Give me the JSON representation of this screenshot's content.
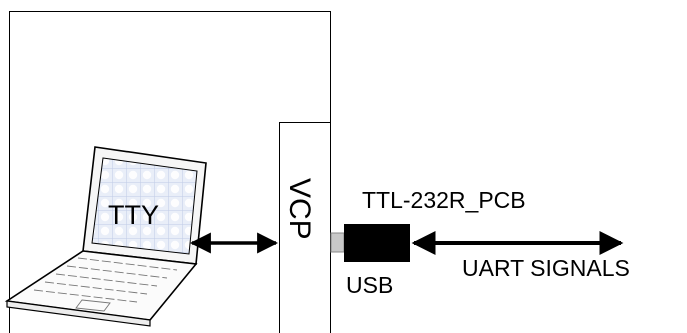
{
  "diagram": {
    "laptop_screen_label": "TTY",
    "vcp_label": "VCP",
    "cable_label": "TTL-232R_PCB",
    "usb_label": "USB",
    "signals_label": "UART SIGNALS"
  },
  "icons": {
    "laptop": "laptop-icon",
    "usb_connector": "usb-connector-icon",
    "pcb_module": "pcb-module-icon"
  },
  "colors": {
    "line": "#000000",
    "screen_light": "#e9eef8",
    "screen_grid": "#bfcbe6",
    "usb_plug": "#c8c8c8",
    "pcb_block": "#000000"
  }
}
